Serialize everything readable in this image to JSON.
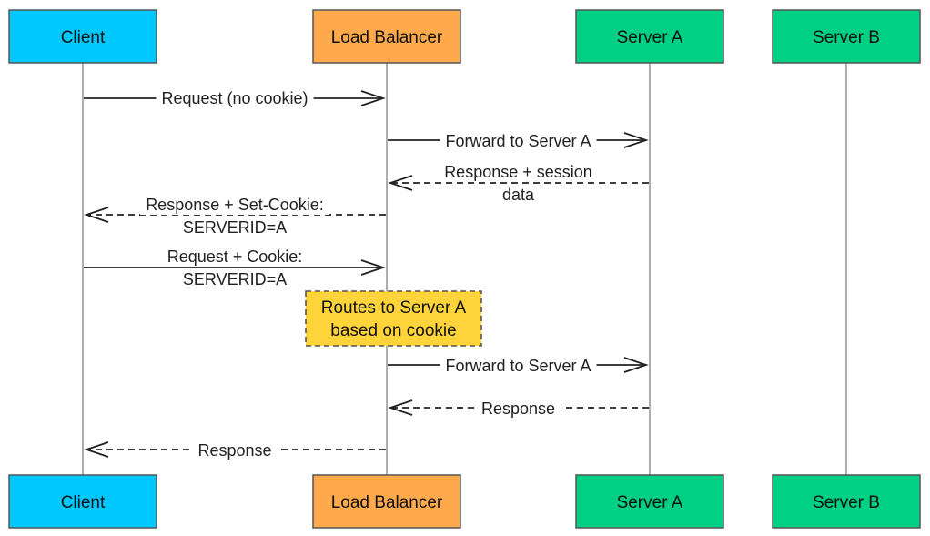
{
  "participants": [
    {
      "id": "client",
      "label": "Client",
      "color": "#00c8ff"
    },
    {
      "id": "lb",
      "label": "Load Balancer",
      "color": "#ffa94d"
    },
    {
      "id": "serverA",
      "label": "Server A",
      "color": "#00d084"
    },
    {
      "id": "serverB",
      "label": "Server B",
      "color": "#00d084"
    }
  ],
  "messages": [
    {
      "from": "client",
      "to": "lb",
      "style": "solid",
      "lines": [
        "Request (no cookie)"
      ]
    },
    {
      "from": "lb",
      "to": "serverA",
      "style": "solid",
      "lines": [
        "Forward to Server A"
      ]
    },
    {
      "from": "serverA",
      "to": "lb",
      "style": "dashed",
      "lines": [
        "Response + session",
        "data"
      ]
    },
    {
      "from": "lb",
      "to": "client",
      "style": "dashed",
      "lines": [
        "Response + Set-Cookie:",
        "SERVERID=A"
      ]
    },
    {
      "from": "client",
      "to": "lb",
      "style": "solid",
      "lines": [
        "Request + Cookie:",
        "SERVERID=A"
      ]
    },
    {
      "from": "lb",
      "to": "serverA",
      "style": "solid",
      "lines": [
        "Forward to Server A"
      ]
    },
    {
      "from": "serverA",
      "to": "lb",
      "style": "dashed",
      "lines": [
        "Response"
      ]
    },
    {
      "from": "lb",
      "to": "client",
      "style": "dashed",
      "lines": [
        "Response"
      ]
    }
  ],
  "note": {
    "lines": [
      "Routes to Server A",
      "based on cookie"
    ],
    "color": "#ffd43b"
  }
}
